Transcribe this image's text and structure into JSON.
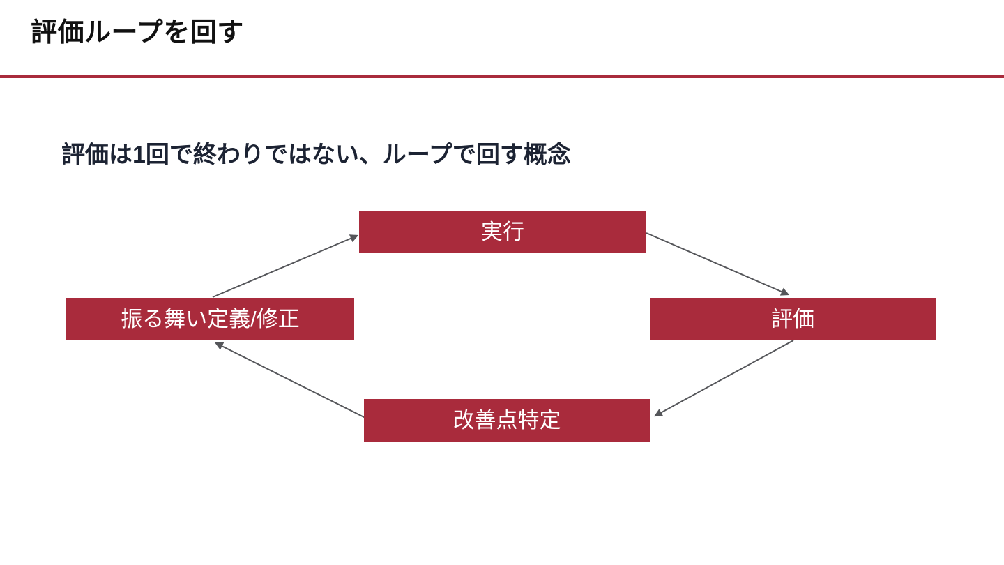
{
  "slide": {
    "title": "評価ループを回す",
    "subtitle": "評価は1回で終わりではない、ループで回す概念"
  },
  "colors": {
    "accent_red": "#A92B3C",
    "divider_red": "#A92B3C",
    "arrow_gray": "#55565A",
    "title_text": "#111111",
    "subtitle_text": "#1C2333",
    "node_text": "#FFFFFF",
    "background": "#FFFFFF"
  },
  "diagram": {
    "nodes": [
      {
        "id": "execute",
        "label": "実行"
      },
      {
        "id": "evaluate",
        "label": "評価"
      },
      {
        "id": "identify-improvements",
        "label": "改善点特定"
      },
      {
        "id": "define-behavior",
        "label": "振る舞い定義/修正"
      }
    ],
    "edges": [
      {
        "from": "define-behavior",
        "to": "execute"
      },
      {
        "from": "execute",
        "to": "evaluate"
      },
      {
        "from": "evaluate",
        "to": "identify-improvements"
      },
      {
        "from": "identify-improvements",
        "to": "define-behavior"
      }
    ]
  }
}
